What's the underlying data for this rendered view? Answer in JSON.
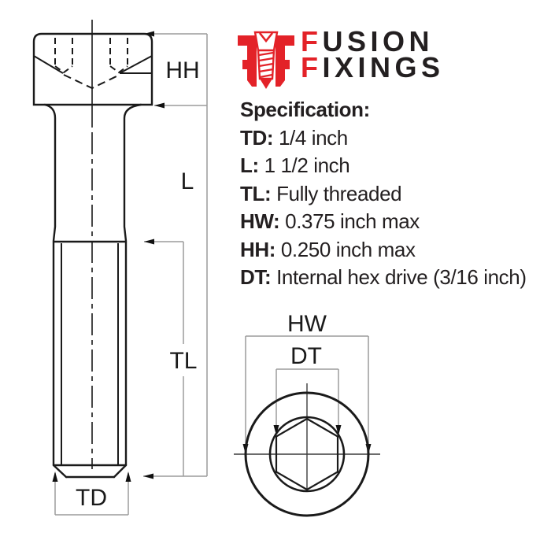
{
  "logo": {
    "icon_name": "fusion-fixings-screw-monogram",
    "line1_first_letter": "F",
    "line1_rest": "USION",
    "line2_first_letter": "F",
    "line2_rest": "IXINGS"
  },
  "specification": {
    "heading": "Specification:",
    "items": [
      {
        "label": "TD:",
        "value": "1/4 inch"
      },
      {
        "label": "L:",
        "value": "1 1/2 inch"
      },
      {
        "label": "TL:",
        "value": "Fully threaded"
      },
      {
        "label": "HW:",
        "value": "0.375 inch max"
      },
      {
        "label": "HH:",
        "value": "0.250 inch max"
      },
      {
        "label": "DT:",
        "value": "Internal hex drive (3/16 inch)"
      }
    ]
  },
  "diagram": {
    "side_view_labels": {
      "head_height": "HH",
      "length": "L",
      "thread_length": "TL",
      "thread_diameter": "TD"
    },
    "top_view_labels": {
      "head_width": "HW",
      "drive_size": "DT"
    }
  },
  "colors": {
    "brand_red": "#e32228",
    "text_black": "#231f20",
    "line_black": "#1a1a1a",
    "dim_gray": "#9c9c9c"
  }
}
